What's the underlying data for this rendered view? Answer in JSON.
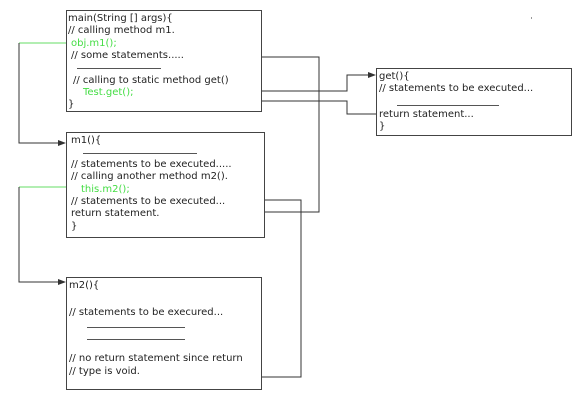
{
  "main_box": {
    "signature": "main(String [] args){",
    "comment_call_m1": "// calling method m1.",
    "call_m1": "obj.m1();",
    "comment_some": "// some statements.....",
    "comment_call_static": "// calling to static method get()",
    "call_get": "Test.get();",
    "close": "}"
  },
  "get_box": {
    "signature": "get(){",
    "comment_exec": "// statements to be executed...",
    "return_stmt": "return statement...",
    "close": "}"
  },
  "m1_box": {
    "signature": "m1(){",
    "comment_exec": "// statements to be executed.....",
    "comment_call_m2": "// calling another method m2().",
    "call_m2": "this.m2();",
    "comment_exec2": "// statements to be executed...",
    "return_stmt": "return statement.",
    "close": "}"
  },
  "m2_box": {
    "signature": "m2(){",
    "comment_exec": "// statements to be execured...",
    "comment_no_return_1": "// no return statement since return",
    "comment_no_return_2": "// type is void."
  },
  "colors": {
    "call_text": "#44dd44",
    "border": "#444444",
    "arrow": "#333333"
  }
}
